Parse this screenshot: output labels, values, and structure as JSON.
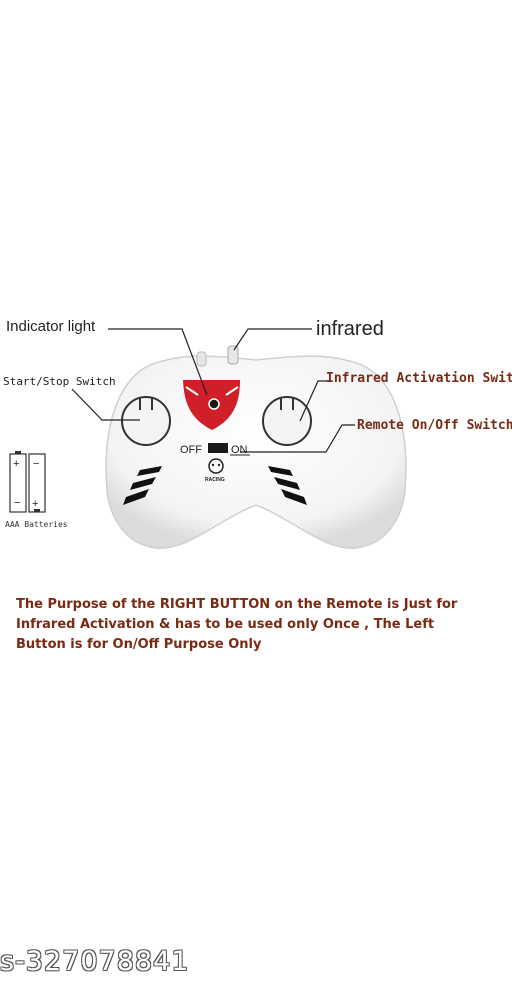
{
  "labels": {
    "indicator_light": "Indicator light",
    "infrared": "infrared",
    "start_stop_switch": "Start/Stop Switch",
    "infrared_activation_switch": "Infrared Activation Switch",
    "remote_on_off_switch": "Remote On/Off Switch",
    "aaa_batteries": "AAA Batteries"
  },
  "switch_labels": {
    "off": "OFF",
    "on": "ON"
  },
  "battery_marks": {
    "plus": "+",
    "minus": "−"
  },
  "badge_text": "RACING",
  "note_lines": [
    "The Purpose of the RIGHT BUTTON on the Remote is Just for",
    "Infrared Activation & has to be used only Once , The Left",
    "Button is for On/Off Purpose Only"
  ],
  "watermark": "s-327078841",
  "colors": {
    "callout_text": "#7a2a12",
    "accent_red": "#d11f2a",
    "stripe_black": "#111111"
  }
}
